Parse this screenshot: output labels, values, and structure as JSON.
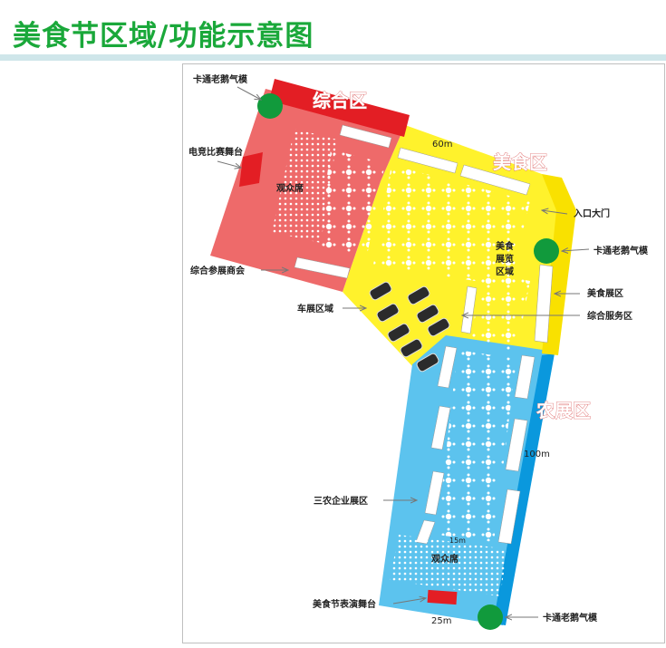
{
  "title": "美食节区域/功能示意图",
  "zones": {
    "zonghe": "综合区",
    "meishi": "美食区",
    "nongzhan": "农展区"
  },
  "areas": {
    "audience_top": "观众席",
    "food_expo": [
      "美食",
      "展览",
      "区域"
    ],
    "audience_bottom": "观众席"
  },
  "dimensions": {
    "d60": "60m",
    "d100": "100m",
    "d15": "15m",
    "d25": "25m"
  },
  "callouts": {
    "balloon_top": "卡通老鹅气模",
    "esports_stage": "电竞比赛舞台",
    "merchants": "综合参展商会",
    "car_area": "车展区域",
    "entrance": "入口大门",
    "balloon_right": "卡通老鹅气模",
    "food_booth": "美食展区",
    "service": "综合服务区",
    "sannong": "三农企业展区",
    "perform_stage": "美食节表演舞台",
    "balloon_bottom": "卡通老鹅气模"
  },
  "colors": {
    "zonghe_red": "#ee6a6a",
    "red_bar": "#e31e24",
    "meishi_yellow": "#fff22c",
    "nongzhan_blue": "#5cc3ee",
    "balloon_green": "#119a3c",
    "title_green": "#1aa83a"
  }
}
